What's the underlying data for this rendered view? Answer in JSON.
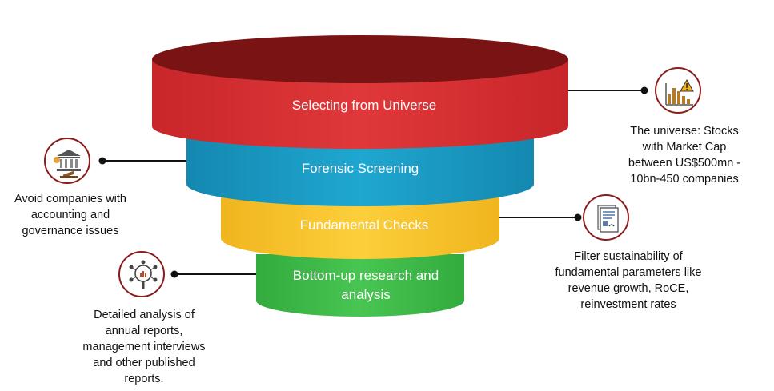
{
  "funnel": {
    "tiers": [
      {
        "label_lines": [
          "Selecting from Universe"
        ],
        "color": "#d9302e",
        "top_color": "#7a1414"
      },
      {
        "label_lines": [
          "Forensic Screening"
        ],
        "color": "#1a9cc4"
      },
      {
        "label_lines": [
          "Fundamental Checks"
        ],
        "color": "#f4c22a"
      },
      {
        "label_lines": [
          "Bottom-up research and",
          "analysis"
        ],
        "color": "#3fbd48"
      }
    ]
  },
  "notes": {
    "universe": {
      "lines": [
        "The universe: Stocks",
        "with Market Cap",
        "between US$500mn -",
        "10bn-450 companies"
      ],
      "icon": "bar-chart-alert-icon"
    },
    "forensic": {
      "lines": [
        "Avoid companies with",
        "accounting and",
        "governance issues"
      ],
      "icon": "courthouse-gavel-icon"
    },
    "fundamental": {
      "lines": [
        "Filter sustainability of",
        "fundamental parameters like",
        "revenue growth, RoCE,",
        "reinvestment rates"
      ],
      "icon": "document-report-icon"
    },
    "research": {
      "lines": [
        "Detailed analysis of",
        "annual reports,",
        "management interviews",
        "and other published",
        "reports."
      ],
      "icon": "magnifier-network-icon"
    }
  },
  "colors": {
    "connector": "#111111",
    "icon_ring": "#8a1c1c"
  }
}
